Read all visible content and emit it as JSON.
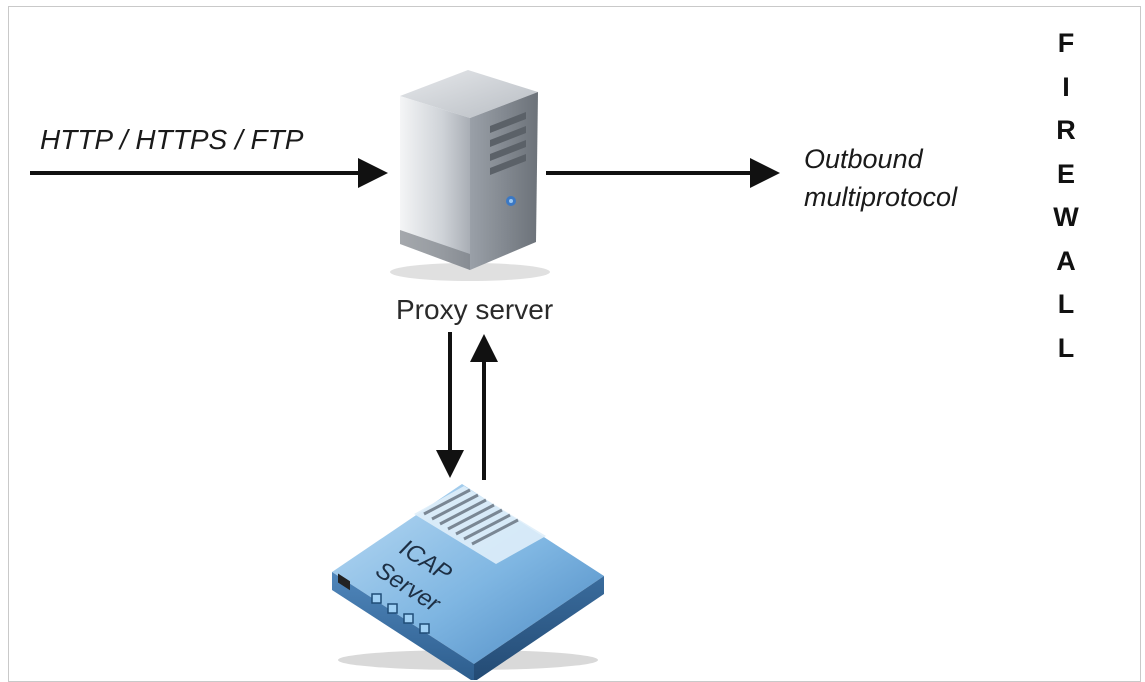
{
  "diagram": {
    "incoming_protocols": "HTTP / HTTPS / FTP",
    "outbound_line1": "Outbound",
    "outbound_line2": "multiprotocol",
    "proxy_label": "Proxy server",
    "icap_label_line1": "ICAP",
    "icap_label_line2": "Server",
    "firewall_letters": [
      "F",
      "I",
      "R",
      "E",
      "W",
      "A",
      "L",
      "L"
    ]
  },
  "colors": {
    "arrow": "#111111",
    "server_body": "#9aa0a8",
    "icap_body": "#5b98cf"
  }
}
